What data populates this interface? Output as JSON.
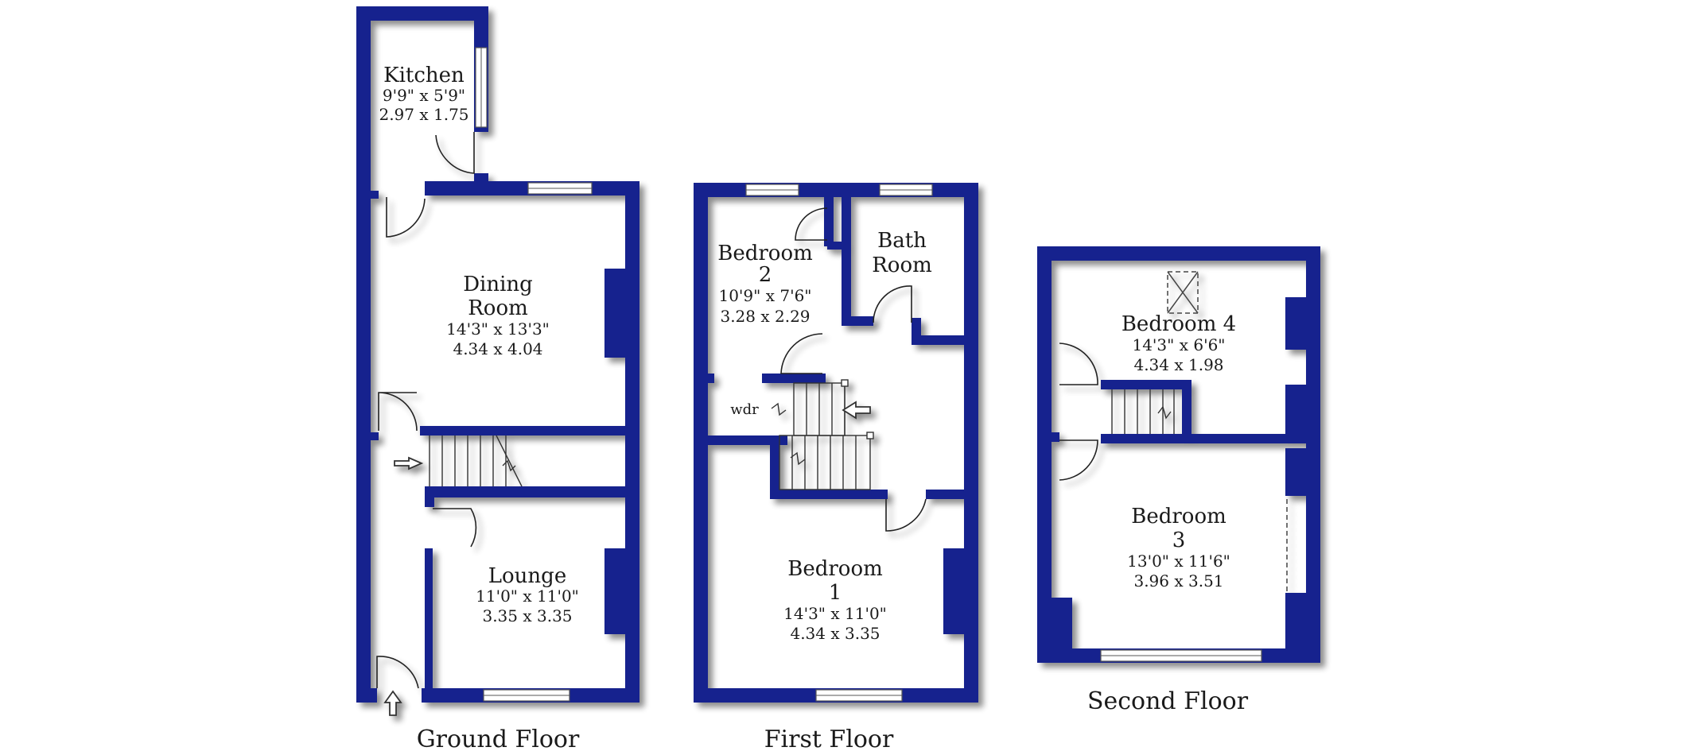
{
  "floors": {
    "ground": {
      "label": "Ground Floor",
      "rooms": {
        "kitchen": {
          "name": "Kitchen",
          "dim_imperial": "9'9\"  x  5'9\"",
          "dim_metric": "2.97  x  1.75"
        },
        "dining": {
          "name_line1": "Dining",
          "name_line2": "Room",
          "dim_imperial": "14'3\"  x  13'3\"",
          "dim_metric": "4.34  x  4.04"
        },
        "lounge": {
          "name": "Lounge",
          "dim_imperial": "11'0\"  x  11'0\"",
          "dim_metric": "3.35  x  3.35"
        }
      }
    },
    "first": {
      "label": "First Floor",
      "rooms": {
        "bedroom2": {
          "name_line1": "Bedroom",
          "name_line2": "2",
          "dim_imperial": "10'9\"  x  7'6\"",
          "dim_metric": "3.28  x  2.29"
        },
        "bathroom": {
          "name_line1": "Bath",
          "name_line2": "Room"
        },
        "bedroom1": {
          "name_line1": "Bedroom",
          "name_line2": "1",
          "dim_imperial": "14'3\"  x  11'0\"",
          "dim_metric": "4.34  x  3.35"
        },
        "wardrobe": {
          "name": "wdr"
        }
      }
    },
    "second": {
      "label": "Second Floor",
      "rooms": {
        "bedroom4": {
          "name": "Bedroom 4",
          "dim_imperial": "14'3\"  x  6'6\"",
          "dim_metric": "4.34  x  1.98"
        },
        "bedroom3": {
          "name_line1": "Bedroom",
          "name_line2": "3",
          "dim_imperial": "13'0\"  x  11'6\"",
          "dim_metric": "3.96  x  3.51"
        }
      }
    }
  },
  "colors": {
    "wall": "#13238e",
    "wall_highlight": "#2e41b8",
    "background": "#ffffff"
  }
}
